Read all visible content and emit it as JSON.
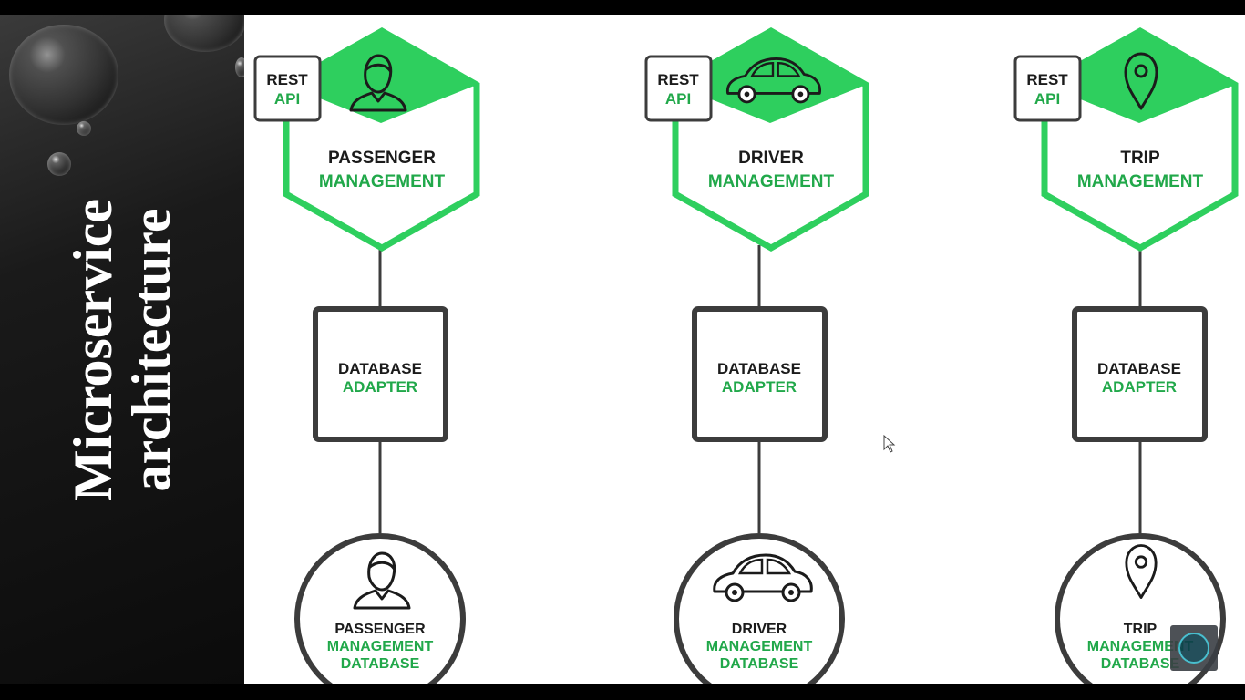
{
  "slide": {
    "title_line1": "Microservice",
    "title_line2": "architecture"
  },
  "colors": {
    "accent": "#21a84a",
    "dark": "#1b1b1b",
    "border": "#3c3c3c"
  },
  "services": [
    {
      "id": "passenger",
      "icon": "person-icon",
      "rest_line1": "REST",
      "rest_line2": "API",
      "name_line1": "PASSENGER",
      "name_line2": "MANAGEMENT",
      "adapter_line1": "DATABASE",
      "adapter_line2": "ADAPTER",
      "db_line1": "PASSENGER",
      "db_line2": "MANAGEMENT",
      "db_line3": "DATABASE"
    },
    {
      "id": "driver",
      "icon": "car-icon",
      "rest_line1": "REST",
      "rest_line2": "API",
      "name_line1": "DRIVER",
      "name_line2": "MANAGEMENT",
      "adapter_line1": "DATABASE",
      "adapter_line2": "ADAPTER",
      "db_line1": "DRIVER",
      "db_line2": "MANAGEMENT",
      "db_line3": "DATABASE"
    },
    {
      "id": "trip",
      "icon": "map-pin-icon",
      "rest_line1": "REST",
      "rest_line2": "API",
      "name_line1": "TRIP",
      "name_line2": "MANAGEMENT",
      "adapter_line1": "DATABASE",
      "adapter_line2": "ADAPTER",
      "db_line1": "TRIP",
      "db_line2": "MANAGEMENT",
      "db_line3": "DATABASE"
    }
  ]
}
